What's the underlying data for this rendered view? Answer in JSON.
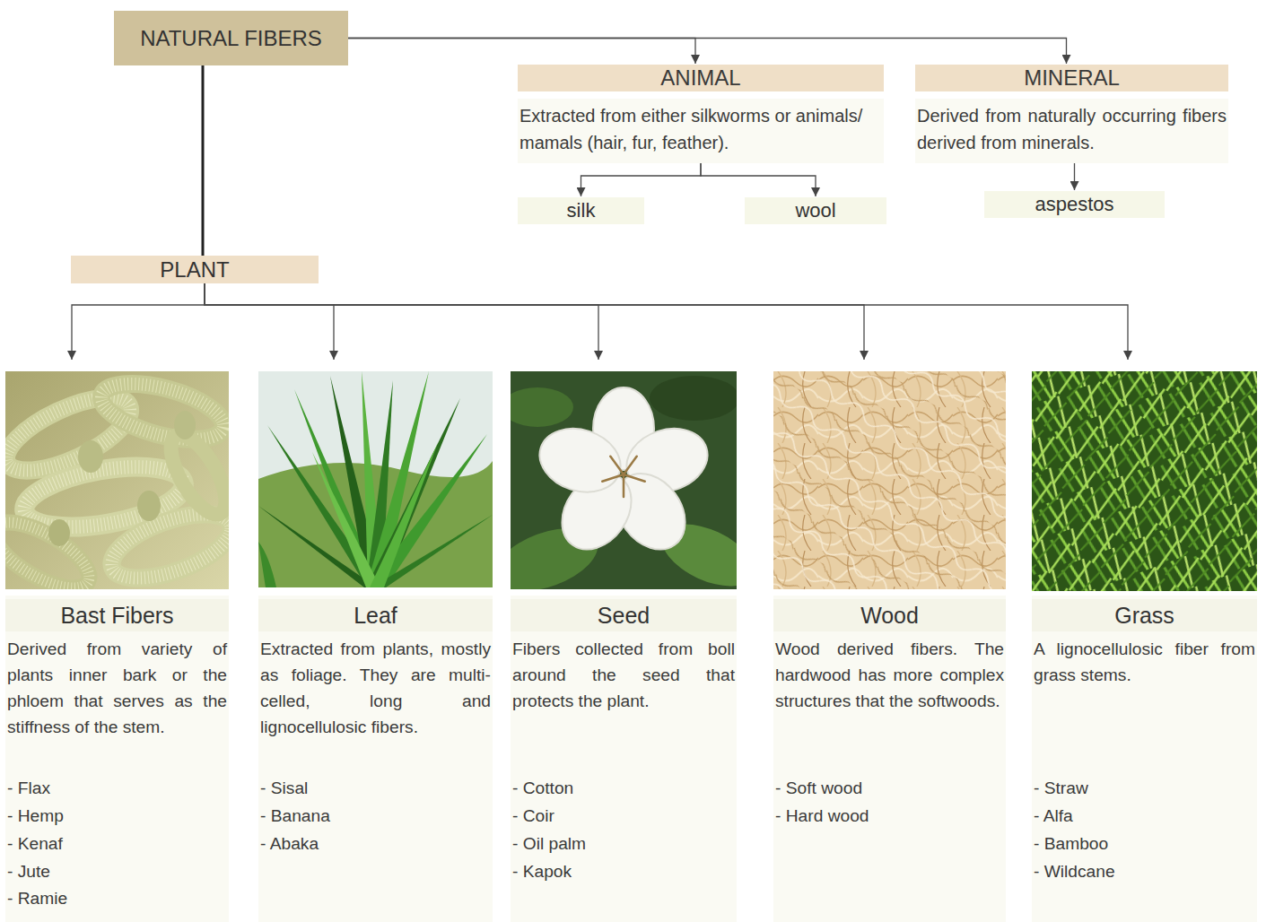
{
  "diagram": {
    "nodes": [
      {
        "text": [
          "NATURAL FIBERS"
        ]
      },
      {
        "text": [
          "ANIMAL",
          "Extracted from either silkworms or animals/ mamals (hair, fur, feather)."
        ]
      },
      {
        "text": [
          "MINERAL",
          "Derived from naturally occurring fibers derived from minerals."
        ]
      },
      {
        "text": [
          "silk"
        ]
      },
      {
        "text": [
          "wool"
        ]
      },
      {
        "text": [
          "aspestos"
        ]
      },
      {
        "text": [
          "PLANT"
        ]
      },
      {
        "text": [
          "Bast Fibers",
          "Derived from variety of plants inner bark or the phloem that serves as the stiffness of the stem.",
          "- Flax",
          "- Hemp",
          "- Kenaf",
          "- Jute",
          "- Ramie"
        ]
      },
      {
        "text": [
          "Leaf",
          "Extracted from plants, mostly as foliage. They are multi-celled, long and lignocellulosic fibers.",
          "- Sisal",
          "- Banana",
          "- Abaka"
        ]
      },
      {
        "text": [
          "Seed",
          "Fibers collected from boll around the seed that protects the plant.",
          "- Cotton",
          "- Coir",
          "- Oil palm",
          "- Kapok"
        ]
      },
      {
        "text": [
          "Wood",
          "Wood derived fibers. The hardwood has more complex structures that the softwoods.",
          "- Soft wood",
          "- Hard wood"
        ]
      },
      {
        "text": [
          "Grass",
          "A lignocellulosic fiber from grass stems.",
          "- Straw",
          "- Alfa",
          "- Bamboo",
          "- Wildcane"
        ]
      }
    ],
    "edges": [
      {
        "from": 0,
        "to": 1,
        "arrow": "to"
      },
      {
        "from": 0,
        "to": 2,
        "arrow": "to"
      },
      {
        "from": 0,
        "to": 6,
        "arrow": "none"
      },
      {
        "from": 1,
        "to": 3,
        "arrow": "to"
      },
      {
        "from": 1,
        "to": 4,
        "arrow": "to"
      },
      {
        "from": 2,
        "to": 5,
        "arrow": "to"
      },
      {
        "from": 6,
        "to": 7,
        "arrow": "to"
      },
      {
        "from": 6,
        "to": 8,
        "arrow": "to"
      },
      {
        "from": 6,
        "to": 9,
        "arrow": "to"
      },
      {
        "from": 6,
        "to": 10,
        "arrow": "to"
      },
      {
        "from": 6,
        "to": 11,
        "arrow": "to"
      }
    ]
  }
}
